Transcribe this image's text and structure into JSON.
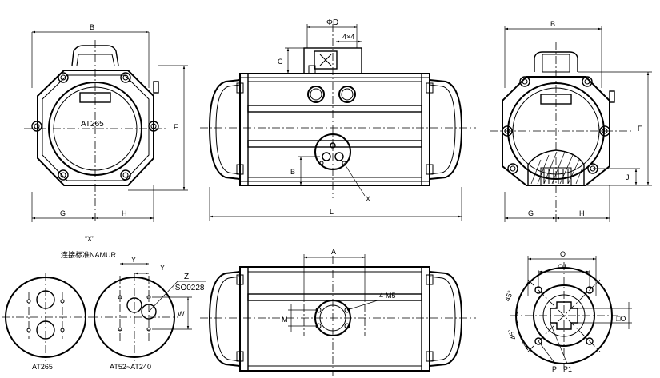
{
  "labels": {
    "view_front": {
      "B": "B",
      "model": "AT265",
      "G": "G",
      "H": "H",
      "F": "F"
    },
    "view_side": {
      "phiD": "ΦD",
      "C": "C",
      "key": "4×4",
      "B": "B",
      "X": "X",
      "L": "L"
    },
    "view_right": {
      "B": "B",
      "F": "F",
      "J": "J",
      "G": "G",
      "H": "H"
    },
    "detail_x": {
      "quoted_x": "“X”",
      "namur": "连接标准NAMUR",
      "model1": "AT265",
      "model2": "AT52~AT240",
      "Y1": "Y",
      "Y2": "Y",
      "W": "W",
      "Z": "Z",
      "iso": "ISO0228"
    },
    "view_bottom": {
      "A": "A",
      "M": "M",
      "thread": "4-M5"
    },
    "flange": {
      "O": "O",
      "O1": "O1",
      "ang1": "45°",
      "ang2": "45°",
      "square": "□O",
      "P": "P",
      "P1": "P1"
    }
  }
}
